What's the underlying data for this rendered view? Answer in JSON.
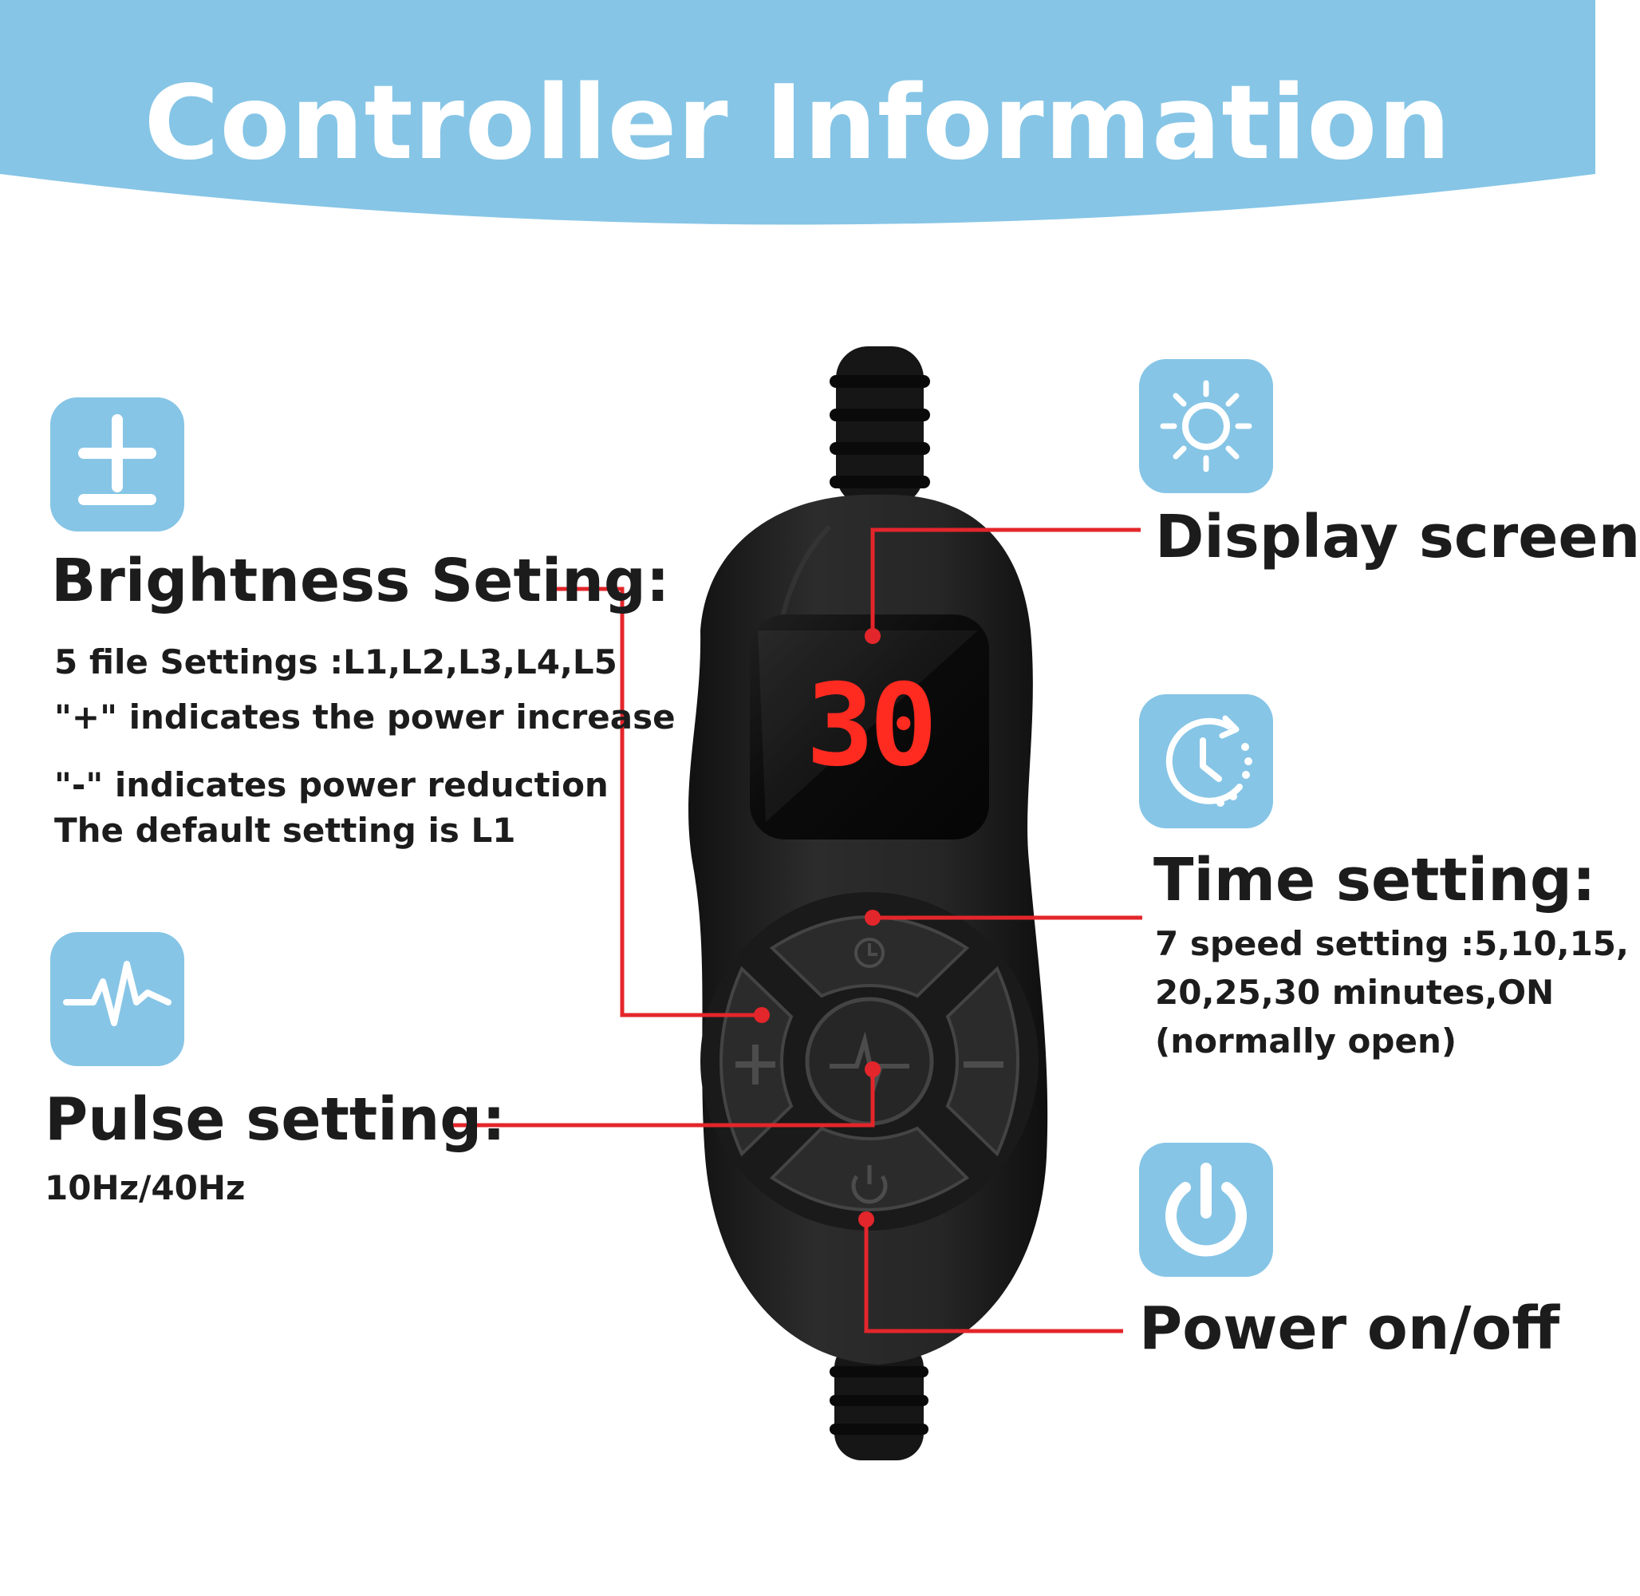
{
  "title": "Controller Information",
  "colors": {
    "banner": "#86c5e6",
    "icon_bg": "#86c5e6",
    "leader_line": "#e3262b",
    "led_digits": "#ff2a20",
    "controller_body": "#232323"
  },
  "brightness": {
    "icon": "plus-minus-icon",
    "heading": "Brightness Seting:",
    "lines": [
      "5 file Settings :L1,L2,L3,L4,L5",
      "\"+\" indicates the power increase",
      "\"-\" indicates power reduction",
      "The default setting is L1"
    ]
  },
  "pulse": {
    "icon": "heartbeat-icon",
    "heading": "Pulse setting:",
    "text": "10Hz/40Hz"
  },
  "display": {
    "icon": "sun-icon",
    "heading": "Display screen",
    "readout": "30"
  },
  "time": {
    "icon": "timer-icon",
    "heading": "Time setting:",
    "lines": [
      "7 speed setting :5,10,15,",
      "20,25,30 minutes,ON",
      "(normally open)"
    ]
  },
  "power": {
    "icon": "power-icon",
    "heading": "Power on/off"
  }
}
